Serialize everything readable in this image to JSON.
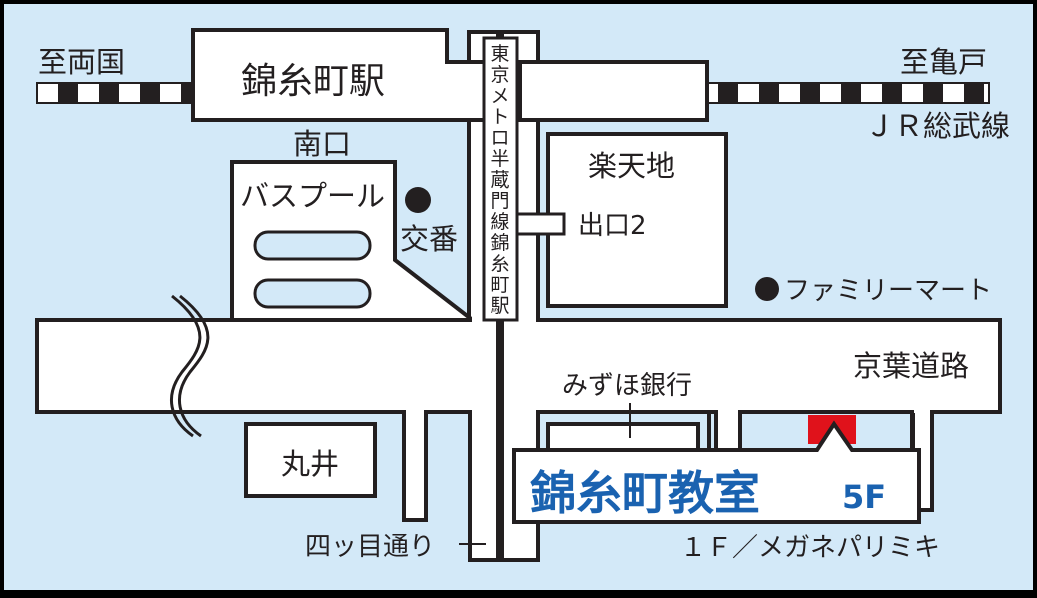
{
  "map": {
    "colors": {
      "background": "#d3e9f8",
      "road": "#ffffff",
      "outline": "#231f20",
      "accent_text": "#1a62b0",
      "marker": "#e0121b"
    },
    "stations": {
      "jr_station": "錦糸町駅",
      "south_exit": "南口",
      "metro_station_vertical": [
        "東",
        "京",
        "メ",
        "ト",
        "ロ",
        "半",
        "蔵",
        "門",
        "線",
        "錦",
        "糸",
        "町",
        "駅"
      ]
    },
    "railway": {
      "to_west": "至両国",
      "to_east": "至亀戸",
      "line_name": "ＪＲ総武線"
    },
    "landmarks": {
      "bus_pool": "バスプール",
      "police_box": "交番",
      "rakutenchi": "楽天地",
      "exit2": "出口2",
      "familymart": "ファミリーマート",
      "keiyo_road": "京葉道路",
      "mizuho": "みずほ銀行",
      "marui": "丸井",
      "yotsume_dori": "四ッ目通り"
    },
    "destination": {
      "name": "錦糸町教室",
      "floor": "5F",
      "ground_floor_note": "１Ｆ／メガネパリミキ"
    }
  }
}
